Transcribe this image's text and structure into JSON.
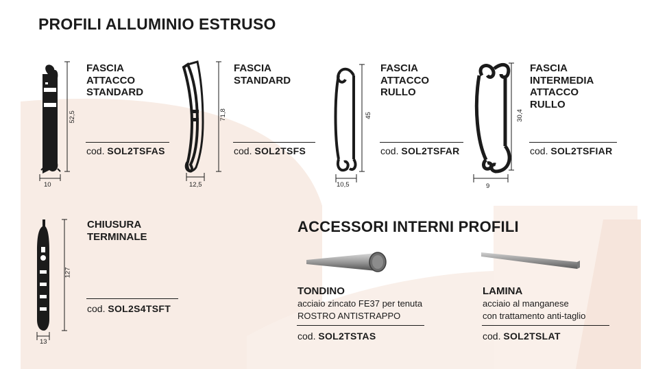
{
  "section_title": "PROFILI ALLUMINIO ESTRUSO",
  "profiles": [
    {
      "name": "FASCIA\nATTACCO\nSTANDARD",
      "code_prefix": "cod.",
      "code": "SOL2TSFAS",
      "height": "52,5",
      "width": "10"
    },
    {
      "name": "FASCIA\nSTANDARD",
      "code_prefix": "cod.",
      "code": "SOL2TSFS",
      "height": "71,8",
      "width": "12,5"
    },
    {
      "name": "FASCIA\nATTACCO\nRULLO",
      "code_prefix": "cod.",
      "code": "SOL2TSFAR",
      "height": "45",
      "width": "10,5"
    },
    {
      "name": "FASCIA\nINTERMEDIA\nATTACCO\nRULLO",
      "code_prefix": "cod.",
      "code": "SOL2TSFIAR",
      "height": "30,4",
      "width": "9"
    },
    {
      "name": "CHIUSURA\nTERMINALE",
      "code_prefix": "cod.",
      "code": "SOL2S4TSFT",
      "height": "127",
      "width": "13"
    }
  ],
  "accessories_title": "ACCESSORI INTERNI PROFILI",
  "accessories": [
    {
      "name": "TONDINO",
      "desc_line1": "acciaio zincato FE37 per tenuta",
      "desc_line2": "ROSTRO ANTISTRAPPO",
      "code_prefix": "cod.",
      "code": "SOL2TSTAS"
    },
    {
      "name": "LAMINA",
      "desc_line1": "acciaio al manganese",
      "desc_line2": "con trattamento anti-taglio",
      "code_prefix": "cod.",
      "code": "SOL2TSLAT"
    }
  ],
  "colors": {
    "background_shape": "#f8ebe4",
    "ink": "#1b1b1b",
    "metal": "#8a8a8a"
  }
}
